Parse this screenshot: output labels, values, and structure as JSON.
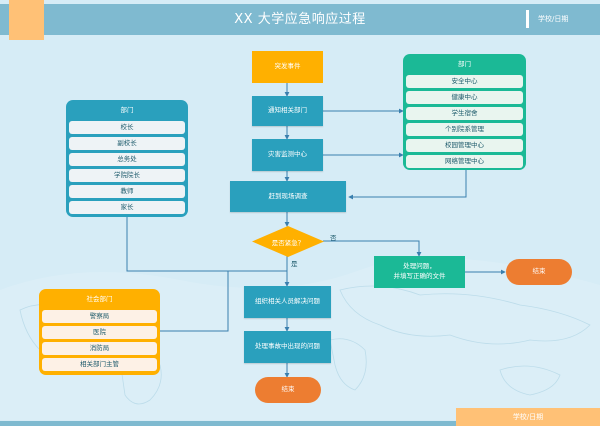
{
  "header": {
    "title": "XX 大学应急响应过程",
    "meta": "学校/日期"
  },
  "footer": {
    "meta": "学校/日期"
  },
  "flow": {
    "start": "突发事件",
    "notify": "通知相关部门",
    "monitor": "灾害监测中心",
    "onsite": "赶到现场调查",
    "decision": "是否紧急？",
    "decision_yes": "是",
    "decision_no": "否",
    "handle_file": [
      "处理问题，",
      "并填写正确的文件"
    ],
    "end_right": "结束",
    "organize": "组织相关人员解决问题",
    "handle_accident": "处理事故中出现的问题",
    "end_bottom": "结束"
  },
  "panels": {
    "school_departments": {
      "title": "部门",
      "items": [
        "校长",
        "副校长",
        "总务处",
        "学院院长",
        "教师",
        "家长"
      ]
    },
    "service_departments": {
      "title": "部门",
      "items": [
        "安全中心",
        "健康中心",
        "学生宿舍",
        "个别院系管理",
        "校园管理中心",
        "网络管理中心"
      ]
    },
    "social_departments": {
      "title": "社会部门",
      "items": [
        "警察局",
        "医院",
        "消防局",
        "相关部门主管"
      ]
    }
  },
  "colors": {
    "background": "#d6ecf6",
    "header": "#7fbad0",
    "accent_orange_light": "#ffc176",
    "process_blue": "#2aa0bd",
    "start_orange": "#ffb000",
    "process_green": "#1bb996",
    "terminal_orange": "#ed7d31",
    "connector": "#3a7fae"
  }
}
